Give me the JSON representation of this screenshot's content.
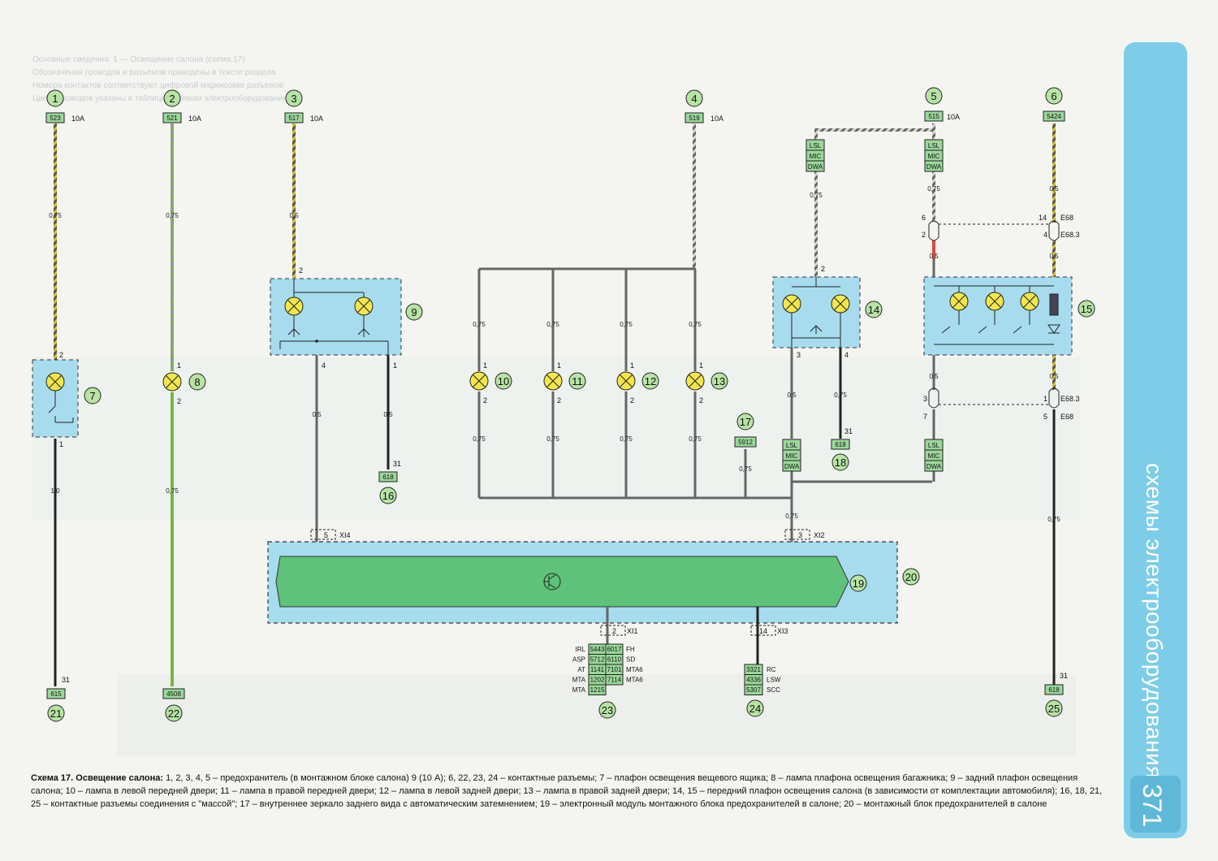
{
  "side": {
    "title": "схемы электрооборудования",
    "page": "371"
  },
  "header_text": [
    "Основные сведения: 1 — Освещение салона (схема 17)",
    "Обозначения проводов и разъемов приведены в тексте раздела",
    "Номера контактов соответствуют цифровой маркировке разъемов",
    "Цвета проводов указаны в таблице к схемам электрооборудования"
  ],
  "fuses": [
    {
      "num": "1",
      "code": "523",
      "rating": "10A"
    },
    {
      "num": "2",
      "code": "521",
      "rating": "10A"
    },
    {
      "num": "3",
      "code": "517",
      "rating": "10A"
    },
    {
      "num": "4",
      "code": "519",
      "rating": "10A"
    },
    {
      "num": "5",
      "code": "515",
      "rating": "10A"
    },
    {
      "num": "6",
      "code": "5424",
      "rating": ""
    }
  ],
  "labels": {
    "n7": "7",
    "n8": "8",
    "n9": "9",
    "n10": "10",
    "n11": "11",
    "n12": "12",
    "n13": "13",
    "n14": "14",
    "n15": "15",
    "n16": "16",
    "n17": "17",
    "n18": "18",
    "n19": "19",
    "n20": "20",
    "n21": "21",
    "n22": "22",
    "n23": "23",
    "n24": "24",
    "n25": "25"
  },
  "gauges": {
    "g075": "0,75",
    "g05": "0,5",
    "g10": "1,0"
  },
  "pins": {
    "p1": "1",
    "p2": "2",
    "p3": "3",
    "p4": "4",
    "p5": "5",
    "p6": "6",
    "p7": "7",
    "p14": "14",
    "p31": "31"
  },
  "grounds": {
    "g21": "615",
    "g22": "4508",
    "g16": "618",
    "g18": "618",
    "g25": "618",
    "mirror": "5912"
  },
  "option_box": [
    "LSL",
    "MIC",
    "DWA"
  ],
  "connectors": {
    "e68": "E68",
    "e68_3": "E68.3",
    "xi4": "XI4",
    "xi2": "XI2",
    "xi1": "XI1",
    "xi3": "XI3",
    "xi4_pin": "5",
    "xi2_pin": "3",
    "xi1_pin": "2",
    "xi3_pin": "14"
  },
  "conn23": {
    "left": [
      "IRL",
      "ASP",
      "AT",
      "MTA",
      "MTA"
    ],
    "c1": [
      "5443",
      "5712",
      "1141",
      "1202",
      "1215"
    ],
    "c2": [
      "6017",
      "6110",
      "7101",
      "7114",
      ""
    ],
    "right": [
      "FH",
      "SD",
      "MTA6",
      "MTA6",
      ""
    ]
  },
  "conn24": {
    "codes": [
      "3321",
      "4336",
      "5307"
    ],
    "right": [
      "RC",
      "LSW",
      "SCC"
    ]
  },
  "caption": {
    "title": "Схема 17. Освещение салона:",
    "body": " 1, 2, 3, 4, 5 – предохранитель (в монтажном блоке салона) 9 (10 А); 6, 22, 23, 24 – контактные разъемы; 7 – плафон освещения вещевого ящика; 8 – лампа плафона освещения багажника; 9 – задний плафон освещения салона; 10 – лампа в левой передней двери; 11 – лампа в правой передней двери; 12 – лампа в левой задней двери; 13 – лампа в правой задней двери; 14, 15 – передний плафон освещения салона (в зависимости от комплектации автомобиля); 16, 18, 21, 25 – контактные разъемы соединения с \"массой\"; 17 – внутреннее зеркало заднего вида с автоматическим затемнением; 19 – электронный модуль монтажного блока предохранителей в салоне; 20 – монтажный блок предохранителей в салоне"
  },
  "colors": {
    "side_panel": "#7dcde8",
    "module_box": "#a7dcee",
    "module_green": "#5ec27a",
    "tag_green": "#9bd89a",
    "lamp_yellow": "#f2e64c",
    "circle_green": "#b7e4a4",
    "wire_yellow": "#d7c236",
    "wire_green": "#77b44b",
    "wire_red": "#d94a3a"
  }
}
